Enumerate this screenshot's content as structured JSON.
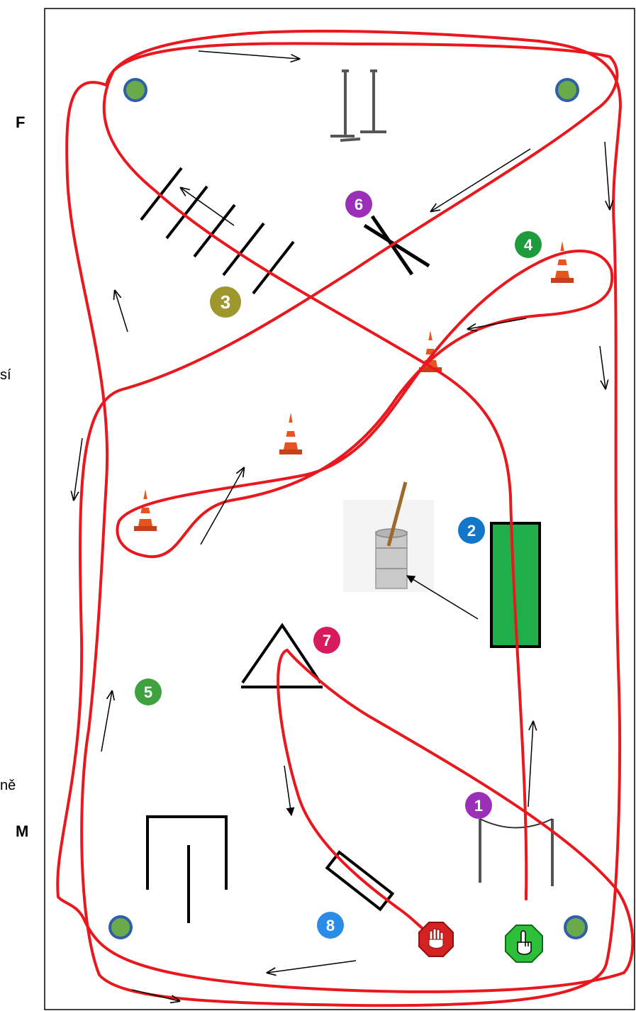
{
  "side_labels": {
    "top": "F",
    "bottom": "M",
    "fragment_1": "sí",
    "fragment_2": "ně"
  },
  "stations": [
    {
      "number": "1",
      "color": "#9B2FB8"
    },
    {
      "number": "2",
      "color": "#1277C8"
    },
    {
      "number": "3",
      "color": "#A0962E"
    },
    {
      "number": "4",
      "color": "#1E9B3C"
    },
    {
      "number": "5",
      "color": "#3EA33E"
    },
    {
      "number": "6",
      "color": "#9B2FB8"
    },
    {
      "number": "7",
      "color": "#D81B5C"
    },
    {
      "number": "8",
      "color": "#2A8CE6"
    }
  ],
  "colors": {
    "route": "#E8181E",
    "corner_marker_fill": "#6BAA4A",
    "corner_marker_stroke": "#2F5FA8",
    "mat": "#1FAE4A",
    "start_sign": "#2DBE3A",
    "stop_sign": "#D42222"
  },
  "icons": {
    "start": "pointing-hand-icon",
    "stop": "raised-hand-icon"
  }
}
